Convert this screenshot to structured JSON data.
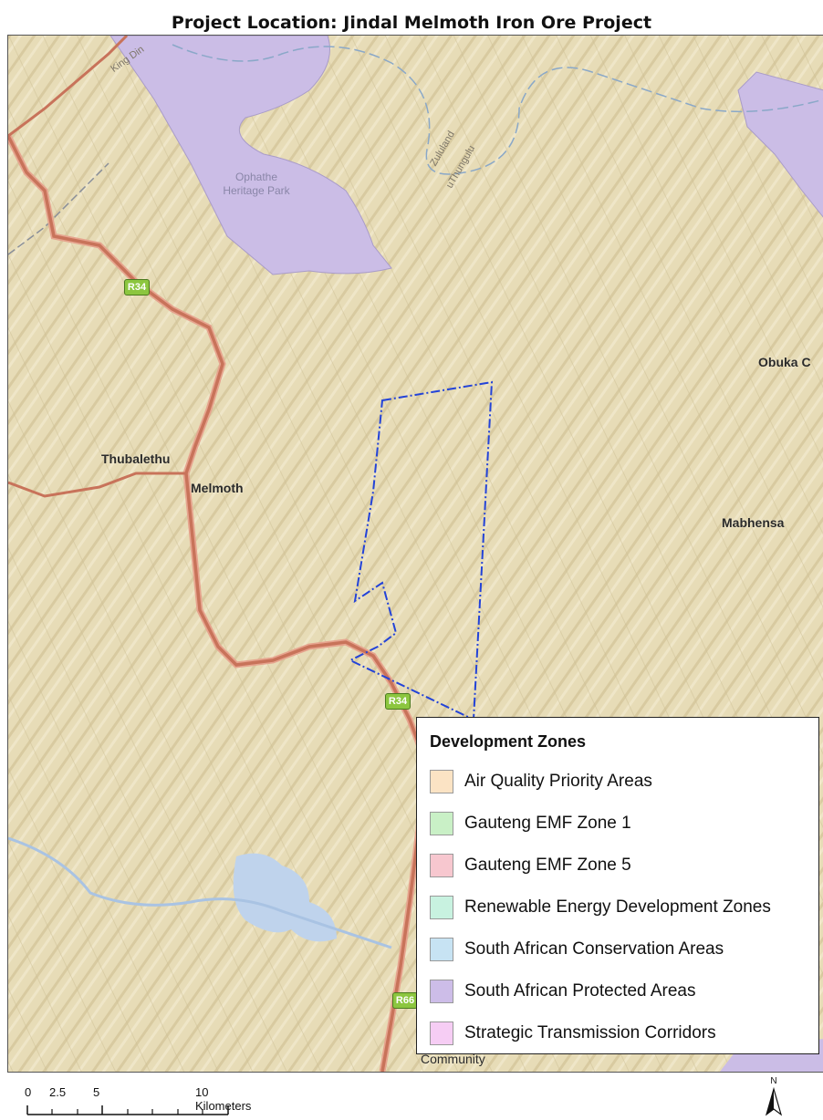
{
  "title": "Project Location: Jindal Melmoth Iron Ore Project",
  "map": {
    "places": {
      "thubalethu": "Thubalethu",
      "melmoth": "Melmoth",
      "obuka": "Obuka C",
      "mabhensa": "Mabhensa",
      "community": "Community"
    },
    "park_label": "Ophathe Heritage Park",
    "river_labels": {
      "king_dinuzulu": "King Din",
      "zululand": "Zululand",
      "uthungulu": "uThungulu"
    },
    "road_shields": {
      "r34_north": "R34",
      "r34_south": "R34",
      "r66": "R66"
    },
    "colors": {
      "terrain": "#e7dcb7",
      "protected_area": "#cbbde6",
      "road": "#c8735a",
      "road_casing": "#e6a48e",
      "project_boundary": "#2343d8",
      "water": "#bfd3ec",
      "district_boundary": "#8a8f99"
    }
  },
  "legend": {
    "title": "Development Zones",
    "items": [
      {
        "label": "Air Quality Priority Areas",
        "color": "#fbe3c4"
      },
      {
        "label": "Gauteng EMF Zone 1",
        "color": "#c9f0c6"
      },
      {
        "label": "Gauteng EMF Zone 5",
        "color": "#f7c7cf"
      },
      {
        "label": "Renewable Energy Development Zones",
        "color": "#c8f2e0"
      },
      {
        "label": "South African Conservation Areas",
        "color": "#c7e3f3"
      },
      {
        "label": "South African Protected Areas",
        "color": "#cdbde8"
      },
      {
        "label": "Strategic Transmission Corridors",
        "color": "#f6cdf4"
      }
    ]
  },
  "scale_bar": {
    "labels": [
      "0",
      "2.5",
      "5",
      "10 Kilometers"
    ]
  },
  "north_arrow": {
    "label": "N"
  }
}
